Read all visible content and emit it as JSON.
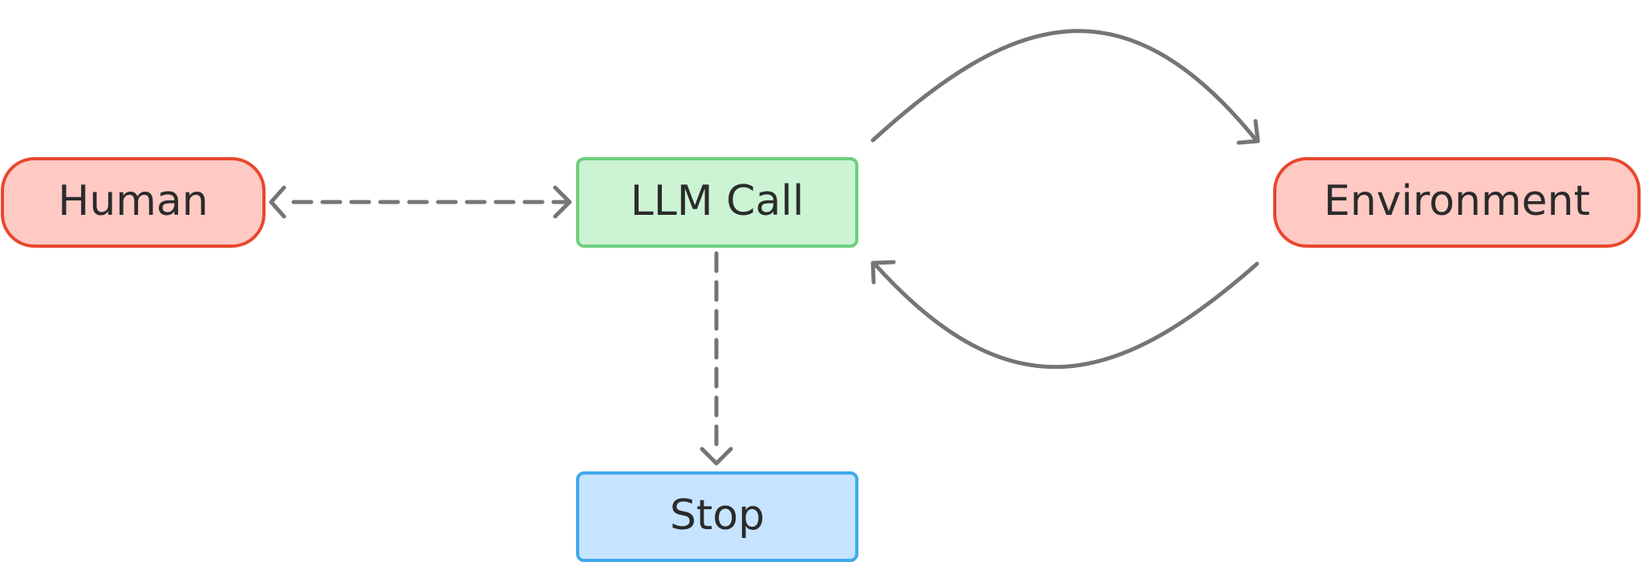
{
  "diagram": {
    "nodes": {
      "human": {
        "label": "Human"
      },
      "llm_call": {
        "label": "LLM Call"
      },
      "environment": {
        "label": "Environment"
      },
      "stop": {
        "label": "Stop"
      }
    }
  },
  "colors": {
    "red_fill": "#ffc9c4",
    "red_stroke": "#e8472d",
    "green_fill": "#ccf4d4",
    "green_stroke": "#6fcf7e",
    "blue_fill": "#c6e4ff",
    "blue_stroke": "#3fa9ec",
    "edge": "#757575"
  }
}
